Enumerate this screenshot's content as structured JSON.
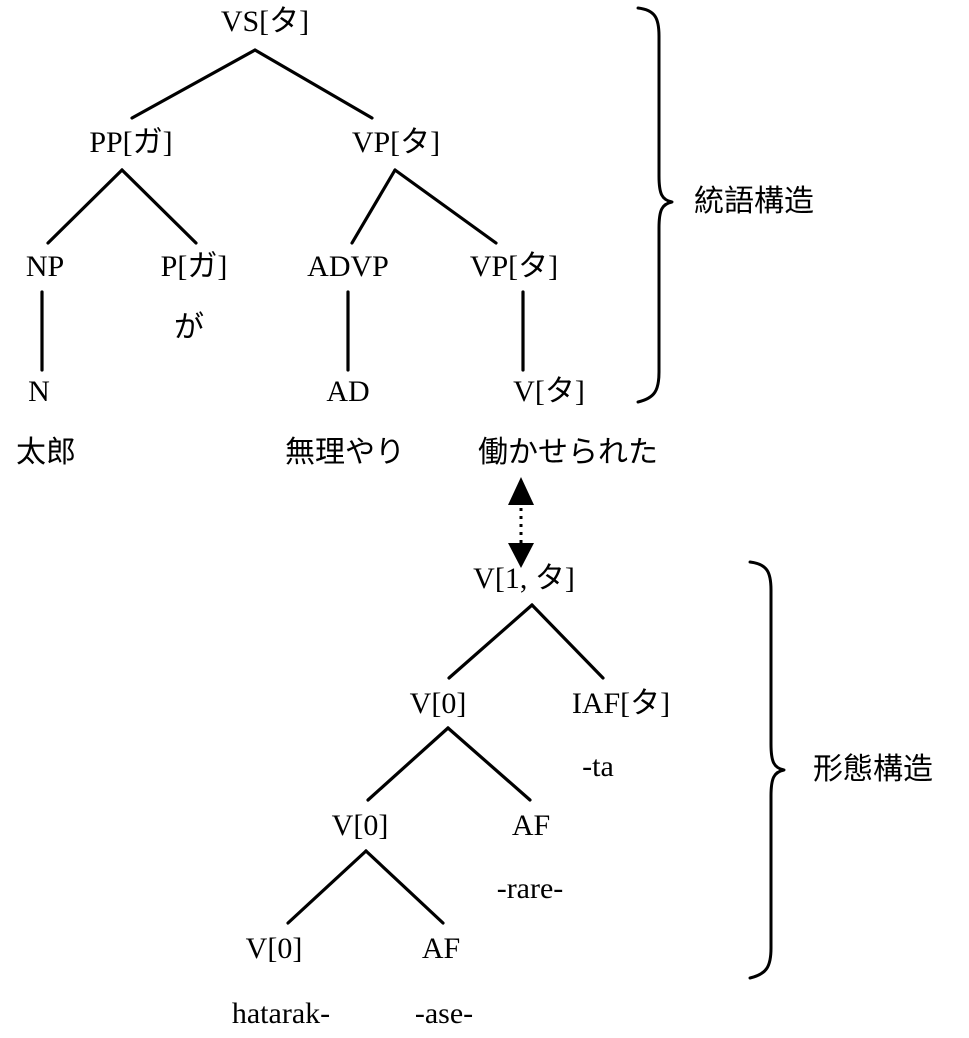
{
  "figure": {
    "title": "Japanese syntactic and morphological tree diagram",
    "background_color": "#ffffff",
    "line_color": "#000000"
  },
  "syntactic_tree": {
    "bracket_label": "統語構造",
    "nodes": {
      "root": "VS[タ]",
      "pp": "PP[ガ]",
      "vp1": "VP[タ]",
      "np": "NP",
      "p": "P[ガ]",
      "advp": "ADVP",
      "vp2": "VP[タ]",
      "n": "N",
      "ad": "AD",
      "v_ta": "V[タ]"
    },
    "terminals": {
      "taro": "太郎",
      "ga": "が",
      "muriyari": "無理やり",
      "hatarakaserareta": "働かせられた"
    }
  },
  "morphological_tree": {
    "bracket_label": "形態構造",
    "nodes": {
      "root": "V[1, タ]",
      "v0_mid": "V[0]",
      "iaf": "IAF[タ]",
      "v0_low": "V[0]",
      "af_rare": "AF",
      "v0_leaf": "V[0]",
      "af_ase": "AF"
    },
    "terminals": {
      "ta": "-ta",
      "rare": "-rare-",
      "hatarak": "hatarak-",
      "ase": "-ase-"
    }
  },
  "correspondence_arrow": {
    "name": "double-headed-dotted-arrow",
    "style": "dotted",
    "direction": "bidirectional-vertical"
  }
}
